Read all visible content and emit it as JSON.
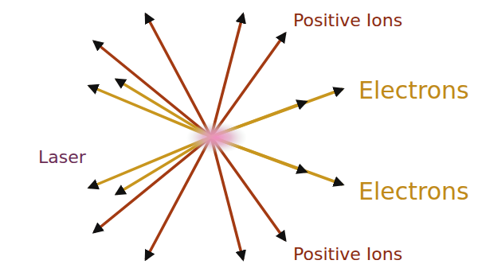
{
  "diagram": {
    "labels": [
      "Positive Ions",
      "Electrons",
      "Laser",
      "Electrons",
      "Positive Ions"
    ]
  }
}
